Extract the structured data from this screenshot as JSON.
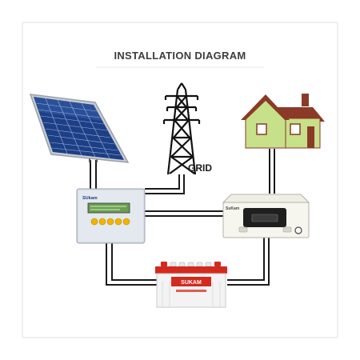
{
  "diagram": {
    "title": "INSTALLATION DIAGRAM",
    "grid_label": "GRID",
    "controller_brand": "SUkam",
    "inverter_brand": "SuKam",
    "battery_brand": "SUKAM",
    "colors": {
      "title": "#3c3c3c",
      "cable": "#1a1a1a",
      "panel_cell": "#1d3f86",
      "house_wall": "#c7e08a",
      "house_roof": "#8b3a28",
      "battery_red": "#d42a1e"
    }
  }
}
